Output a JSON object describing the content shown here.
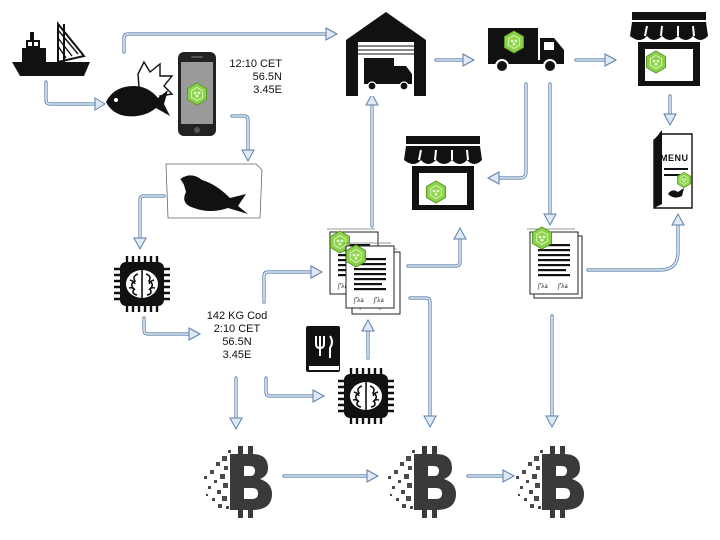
{
  "phone_reading": {
    "time": "12:10 CET",
    "lat": "56.5N",
    "lon": "3.45E"
  },
  "catch_record": {
    "weight": "142 KG Cod",
    "time": "2:10 CET",
    "lat": "56.5N",
    "lon": "3.45E"
  },
  "menu_card": {
    "label": "MENU"
  },
  "document_signature": "∫'λa",
  "colors": {
    "arrow_stroke": "#5b7fa8",
    "arrow_fill": "#dfe8f5",
    "badge_green": "#8bd14a",
    "icon_black": "#111111"
  },
  "icons": [
    "fishing-boat-icon",
    "fish-icon",
    "smartphone-icon",
    "warehouse-truck-icon",
    "delivery-truck-icon",
    "store-icon",
    "menu-icon",
    "fish-photo-icon",
    "ai-chip-icon",
    "document-icon",
    "recipe-book-icon",
    "blockchain-icon"
  ]
}
